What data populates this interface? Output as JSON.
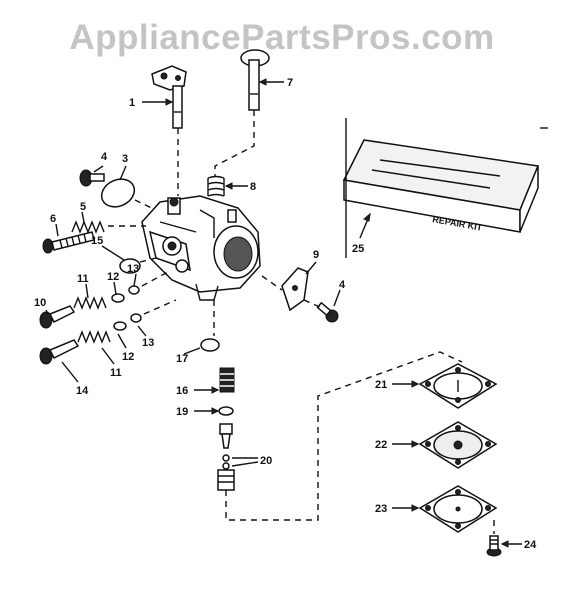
{
  "watermark": "AppliancePartsPros.com",
  "kit_text": "REPAIR KIT",
  "callouts": {
    "c1": "1",
    "c7": "7",
    "c4a": "4",
    "c3": "3",
    "c8": "8",
    "c6": "6",
    "c5": "5",
    "c15": "15",
    "c25": "25",
    "c9": "9",
    "c4b": "4",
    "c13a": "13",
    "c12a": "12",
    "c11a": "11",
    "c10": "10",
    "c13b": "13",
    "c12b": "12",
    "c11b": "11",
    "c14": "14",
    "c17": "17",
    "c16": "16",
    "c19": "19",
    "c20": "20",
    "c21": "21",
    "c22": "22",
    "c23": "23",
    "c24": "24"
  },
  "icons": [
    "carburetor-body-icon",
    "gasket-icon",
    "spring-icon",
    "screw-icon",
    "repair-kit-box-icon"
  ]
}
